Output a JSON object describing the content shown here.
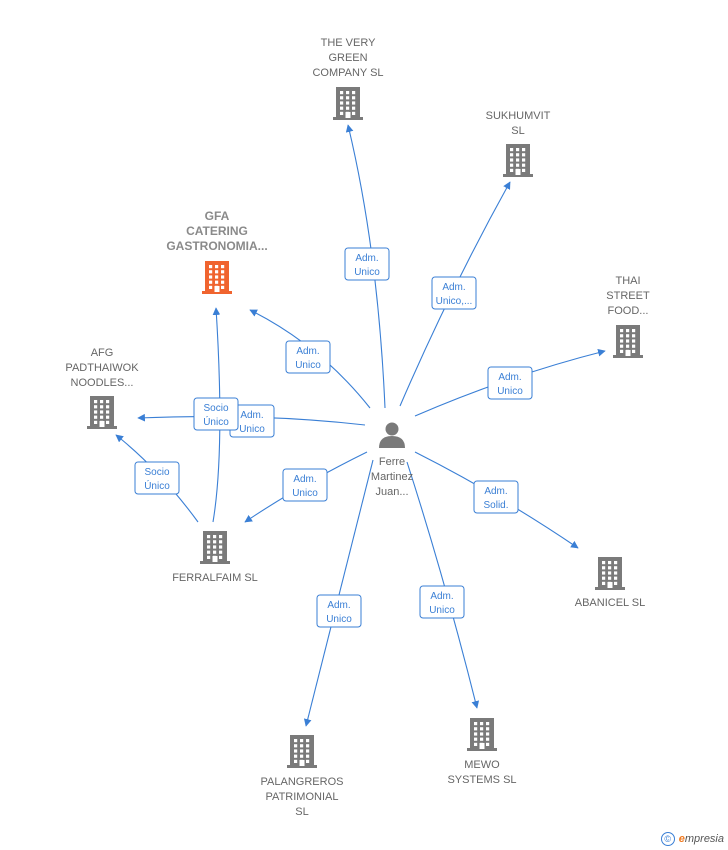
{
  "colors": {
    "edge": "#3a7fd5",
    "building": "#7a7a7a",
    "focus_building": "#f0642f",
    "person": "#7a7a7a"
  },
  "person": {
    "lines": [
      "Ferre",
      "Martinez",
      "Juan..."
    ],
    "icon": "person-icon"
  },
  "companies": [
    {
      "id": "very-green",
      "lines": [
        "THE VERY",
        "GREEN",
        "COMPANY  SL"
      ],
      "icon": "building-icon"
    },
    {
      "id": "sukhumvit",
      "lines": [
        "SUKHUMVIT",
        "SL"
      ],
      "icon": "building-icon"
    },
    {
      "id": "gfa",
      "lines": [
        "GFA",
        "CATERING",
        "GASTRONOMIA..."
      ],
      "icon": "building-icon",
      "focus": true
    },
    {
      "id": "thai",
      "lines": [
        "THAI",
        "STREET",
        "FOOD..."
      ],
      "icon": "building-icon"
    },
    {
      "id": "afg",
      "lines": [
        "AFG",
        "PADTHAIWOK",
        "NOODLES..."
      ],
      "icon": "building-icon"
    },
    {
      "id": "ferralfaim",
      "lines": [
        "FERRALFAIM SL"
      ],
      "icon": "building-icon"
    },
    {
      "id": "abanicel",
      "lines": [
        "ABANICEL  SL"
      ],
      "icon": "building-icon"
    },
    {
      "id": "palangreros",
      "lines": [
        "PALANGREROS",
        "PATRIMONIAL",
        "SL"
      ],
      "icon": "building-icon"
    },
    {
      "id": "mewo",
      "lines": [
        "MEWO",
        "SYSTEMS  SL"
      ],
      "icon": "building-icon"
    }
  ],
  "edges": [
    {
      "from": "person",
      "to": "very-green",
      "lines": [
        "Adm.",
        "Unico"
      ]
    },
    {
      "from": "person",
      "to": "sukhumvit",
      "lines": [
        "Adm.",
        "Unico,..."
      ]
    },
    {
      "from": "person",
      "to": "gfa",
      "lines": [
        "Adm.",
        "Unico"
      ]
    },
    {
      "from": "person",
      "to": "thai",
      "lines": [
        "Adm.",
        "Unico"
      ]
    },
    {
      "from": "person",
      "to": "afg",
      "lines": [
        "Adm.",
        "Unico"
      ]
    },
    {
      "from": "person",
      "to": "ferralfaim",
      "lines": [
        "Adm.",
        "Unico"
      ]
    },
    {
      "from": "person",
      "to": "abanicel",
      "lines": [
        "Adm.",
        "Solid."
      ]
    },
    {
      "from": "person",
      "to": "palangreros",
      "lines": [
        "Adm.",
        "Unico"
      ]
    },
    {
      "from": "person",
      "to": "mewo",
      "lines": [
        "Adm.",
        "Unico"
      ]
    },
    {
      "from": "ferralfaim",
      "to": "gfa",
      "lines": [
        "Socio",
        "Único"
      ]
    },
    {
      "from": "ferralfaim",
      "to": "afg",
      "lines": [
        "Socio",
        "Único"
      ]
    }
  ],
  "footer": {
    "copyright": "©",
    "brand_initial": "e",
    "brand_rest": "mpresia"
  }
}
